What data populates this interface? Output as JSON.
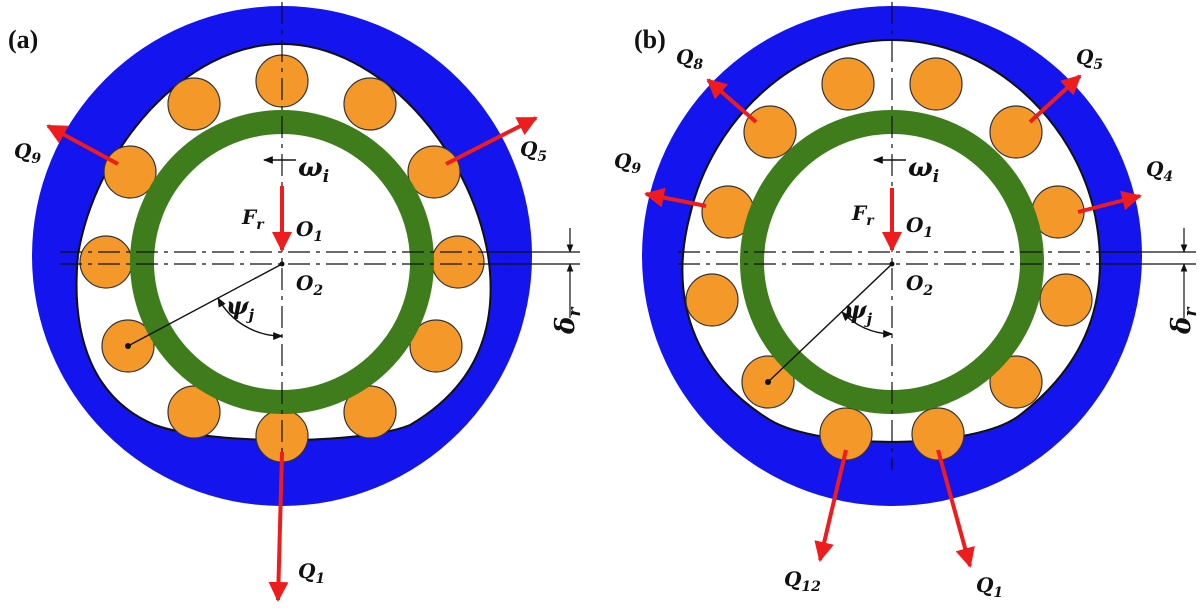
{
  "panels": [
    {
      "tag": "(a)",
      "rollers": [
        {
          "label_main": "Q",
          "label_sub": "1"
        },
        {
          "label_main": "Q",
          "label_sub": "5"
        },
        {
          "label_main": "Q",
          "label_sub": "9"
        }
      ],
      "omega": {
        "main": "ω",
        "sub": "i"
      },
      "force": {
        "main": "F",
        "sub": "r"
      },
      "o1": {
        "main": "O",
        "sub": "1"
      },
      "o2": {
        "main": "O",
        "sub": "2"
      },
      "psi": {
        "main": "ψ",
        "sub": "j"
      },
      "delta": {
        "main": "δ",
        "sub": "r"
      }
    },
    {
      "tag": "(b)",
      "rollers": [
        {
          "label_main": "Q",
          "label_sub": "1"
        },
        {
          "label_main": "Q",
          "label_sub": "4"
        },
        {
          "label_main": "Q",
          "label_sub": "5"
        },
        {
          "label_main": "Q",
          "label_sub": "8"
        },
        {
          "label_main": "Q",
          "label_sub": "9"
        },
        {
          "label_main": "Q",
          "label_sub": "12"
        }
      ],
      "omega": {
        "main": "ω",
        "sub": "i"
      },
      "force": {
        "main": "F",
        "sub": "r"
      },
      "o1": {
        "main": "O",
        "sub": "1"
      },
      "o2": {
        "main": "O",
        "sub": "2"
      },
      "psi": {
        "main": "ψ",
        "sub": "j"
      },
      "delta": {
        "main": "δ",
        "sub": "r"
      }
    }
  ],
  "colors": {
    "outer_ring": "#1414ee",
    "inner_ring": "#3f7d1c",
    "roller": "#f5982a",
    "load_arrow": "#ee1c1c",
    "background": "#ffffff"
  }
}
